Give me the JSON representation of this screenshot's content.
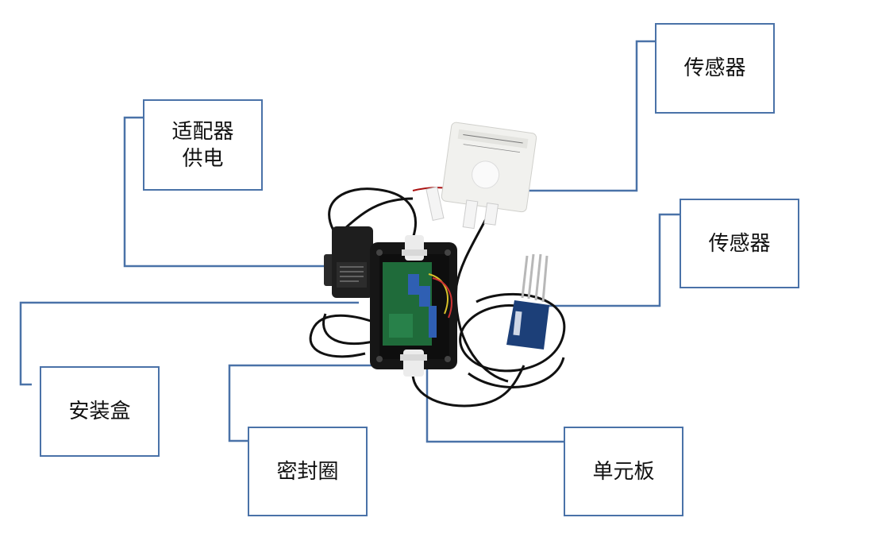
{
  "labels": {
    "adapter_power": "适配器\n供电",
    "sensor_top": "传感器",
    "sensor_right": "传感器",
    "install_box": "安装盒",
    "seal_ring": "密封圈",
    "unit_board": "单元板"
  },
  "colors": {
    "border": "#4a72a8",
    "leader": "#4a72a8",
    "enclosure": "#161616",
    "pcb": "#1f6b3a",
    "sensor_housing": "#f1f1ee",
    "probe": "#1c3f78",
    "cable": "#111111"
  }
}
